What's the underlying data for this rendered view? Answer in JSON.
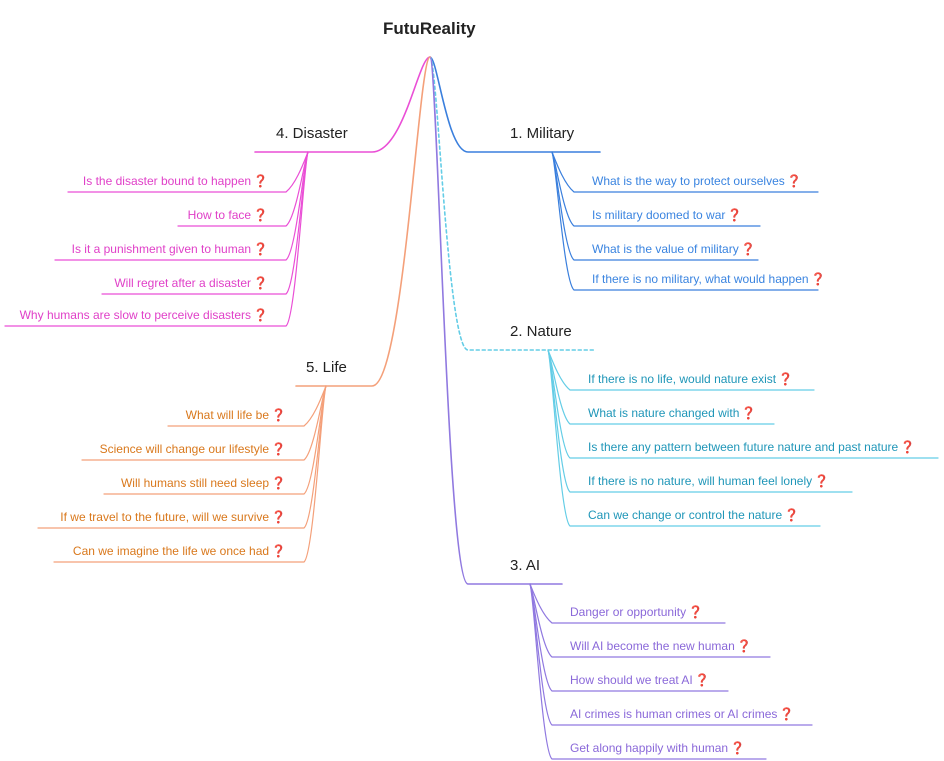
{
  "title": "FutuReality",
  "branches": [
    {
      "key": "military",
      "label": "1.  Military",
      "color": "#3a7fdd",
      "textColor": "#3a84e0",
      "items": [
        "What is the way to protect ourselves",
        "Is military doomed to war",
        "What is the value of military",
        "If there is no military, what would happen"
      ]
    },
    {
      "key": "nature",
      "label": "2.  Nature",
      "color": "#64cde6",
      "textColor": "#1f96b8",
      "items": [
        "If there is no life, would nature exist",
        "What is nature changed with",
        "Is there any pattern between future nature and past nature",
        "If there is no nature, will human feel lonely",
        "Can we change or control the  nature"
      ]
    },
    {
      "key": "ai",
      "label": "3.  AI",
      "color": "#9079e0",
      "textColor": "#8a68d9",
      "items": [
        "Danger or opportunity",
        "Will AI become the new human",
        "How should we treat AI",
        "AI crimes is human crimes or AI crimes",
        "Get along happily with human"
      ]
    },
    {
      "key": "disaster",
      "label": "4.  Disaster",
      "color": "#ea4fd6",
      "textColor": "#e040c8",
      "items": [
        "Is the disaster bound to happen",
        "How to face",
        "Is it a punishment given to human",
        "Will regret after a disaster",
        "Why humans are slow to perceive disasters"
      ]
    },
    {
      "key": "life",
      "label": "5.  Life",
      "color": "#f4a07a",
      "textColor": "#d9781c",
      "items": [
        "What will life be",
        "Science will change our lifestyle",
        "Will humans still need sleep",
        "If we travel to the future, will we survive",
        "Can we imagine the life we once had"
      ]
    }
  ],
  "question_mark": "❓",
  "icons": {
    "question": "question-mark-icon"
  }
}
